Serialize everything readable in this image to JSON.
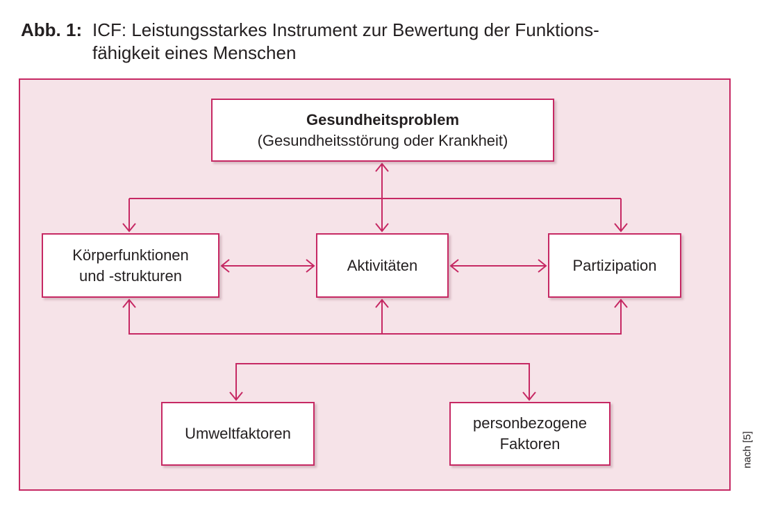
{
  "caption": {
    "label": "Abb. 1:",
    "line1": "ICF: Leistungsstarkes Instrument zur Bewertung der Funktions-",
    "line2": "fähigkeit eines Menschen"
  },
  "boxes": {
    "health_problem": {
      "title": "Gesundheitsproblem",
      "subtitle": "(Gesundheitsstörung oder Krankheit)"
    },
    "body_functions": {
      "line1": "Körperfunktionen",
      "line2": "und -strukturen"
    },
    "activities": {
      "label": "Aktivitäten"
    },
    "participation": {
      "label": "Partizipation"
    },
    "environmental": {
      "label": "Umweltfaktoren"
    },
    "personal": {
      "line1": "personbezogene",
      "line2": "Faktoren"
    }
  },
  "source": "nach [5]",
  "colors": {
    "accent": "#c62863",
    "panel_bg": "#f6e3e8",
    "text": "#231f20"
  }
}
